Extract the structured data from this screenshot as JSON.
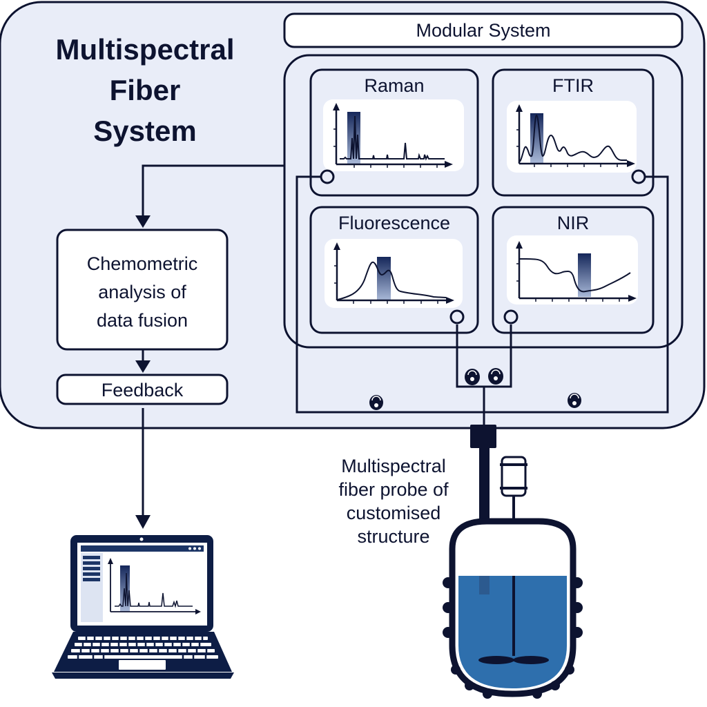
{
  "title": "Multispectral Fiber System",
  "title_lines": [
    "Multispectral",
    "Fiber",
    "System"
  ],
  "modular_system": {
    "label": "Modular System",
    "modules": [
      {
        "name": "Raman",
        "icon": "spectrum-chart-icon"
      },
      {
        "name": "FTIR",
        "icon": "spectrum-chart-icon"
      },
      {
        "name": "Fluorescence",
        "icon": "spectrum-chart-icon"
      },
      {
        "name": "NIR",
        "icon": "spectrum-chart-icon"
      }
    ]
  },
  "flow": {
    "analysis_box": "Chemometric analysis of data fusion",
    "analysis_lines": [
      "Chemometric",
      "analysis of",
      "data fusion"
    ],
    "feedback_box": "Feedback"
  },
  "probe": {
    "label": "Multispectral fiber probe of customised structure",
    "label_lines": [
      "Multispectral",
      "fiber probe of",
      "customised",
      "structure"
    ]
  },
  "devices": {
    "laptop": "laptop-icon",
    "reactor": "bioreactor-vessel-icon"
  },
  "colors": {
    "ink": "#0d1330",
    "panel": "#e9edf8",
    "liquid": "#2e6fad",
    "highlight": "#1b2f5e"
  }
}
